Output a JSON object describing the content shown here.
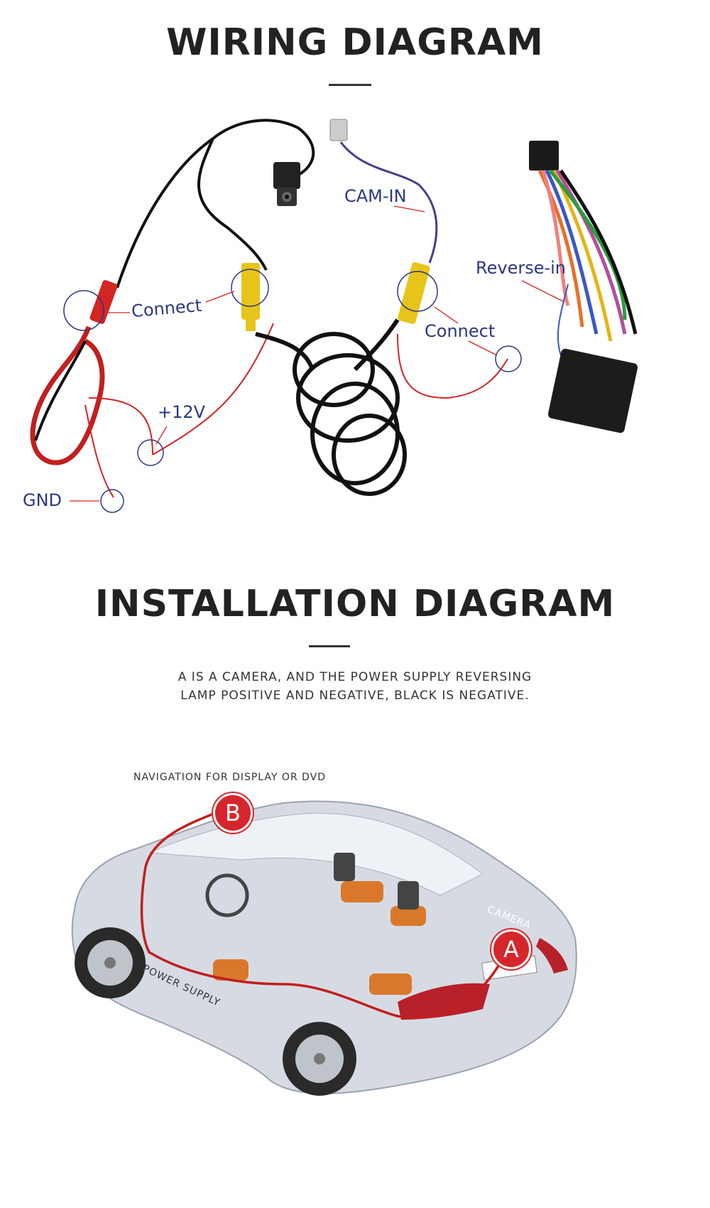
{
  "wiring": {
    "title": "WIRING DIAGRAM",
    "labels": {
      "cam_in": "CAM-IN",
      "reverse_in": "Reverse-in",
      "connect_left": "Connect",
      "connect_right": "Connect",
      "plus12v": "+12V",
      "gnd": "GND"
    }
  },
  "installation": {
    "title": "INSTALLATION DIAGRAM",
    "desc_line1": "A IS A CAMERA, AND THE POWER SUPPLY REVERSING",
    "desc_line2": "LAMP POSITIVE AND NEGATIVE, BLACK IS NEGATIVE.",
    "nav_label": "NAVIGATION FOR DISPLAY OR DVD",
    "camera_label": "CAMERA",
    "power_label": "POWER SUPPLY",
    "marker_a": "A",
    "marker_b": "B"
  },
  "colors": {
    "label_blue": "#2c3780",
    "wire_red": "#d42424",
    "marker_red": "#d6262b"
  }
}
